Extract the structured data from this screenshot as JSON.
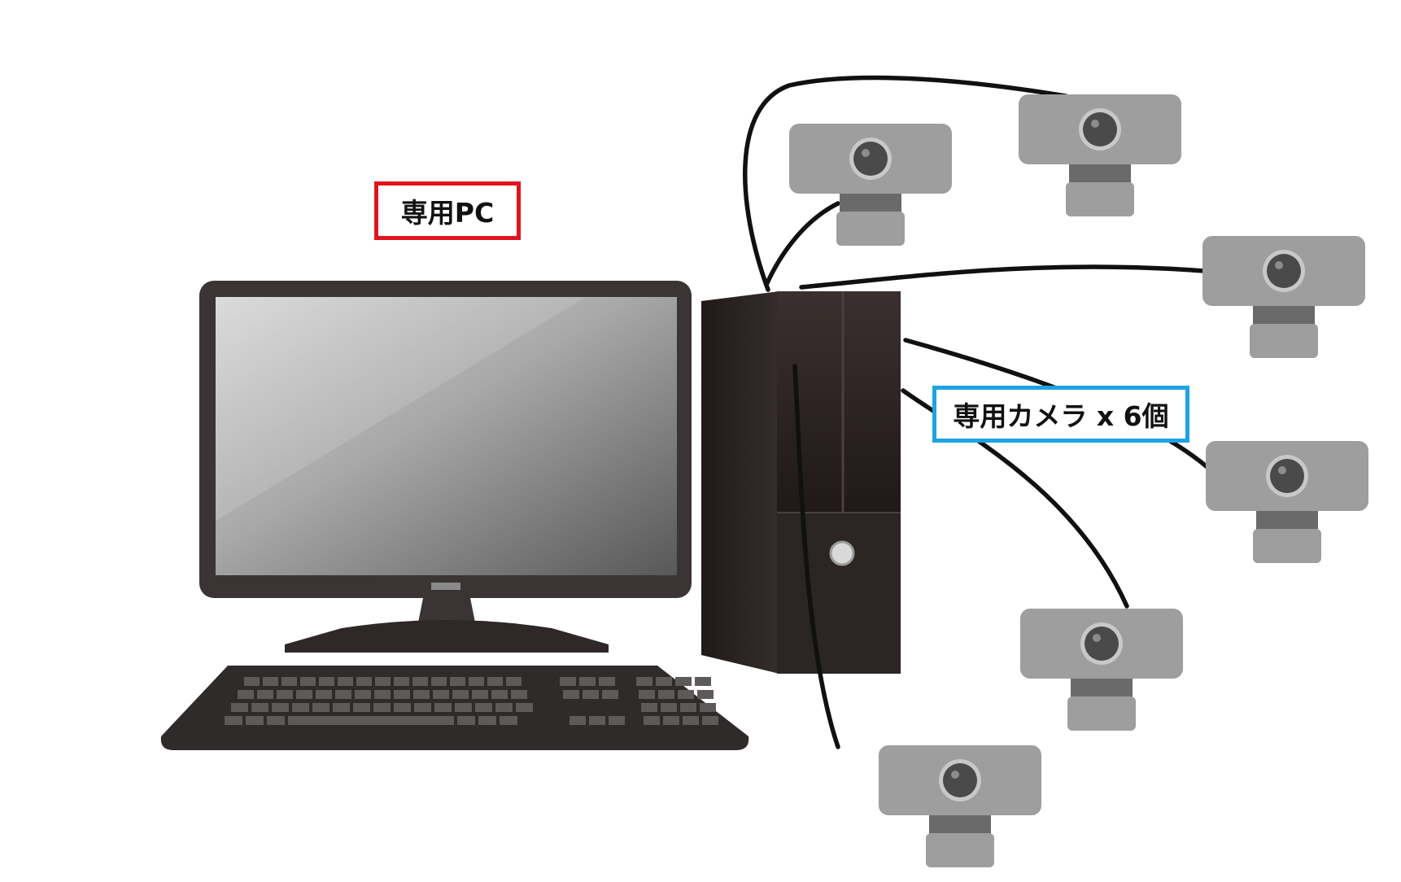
{
  "labels": {
    "pc": "専用PC",
    "cameras": "専用カメラ x 6個"
  },
  "colors": {
    "pc_label_border": "#e0141e",
    "camera_label_border": "#1ea3e0",
    "camera_body": "#9e9e9e",
    "camera_neck": "#6a6a6a",
    "camera_lens": "#4a4a4a",
    "tower": "#2a2221",
    "monitor_frame": "#3a3534",
    "cable": "#111111"
  },
  "icons": {
    "monitor": "monitor-icon",
    "keyboard": "keyboard-icon",
    "tower": "pc-tower-icon",
    "camera": "webcam-icon"
  },
  "camera_count": 6
}
